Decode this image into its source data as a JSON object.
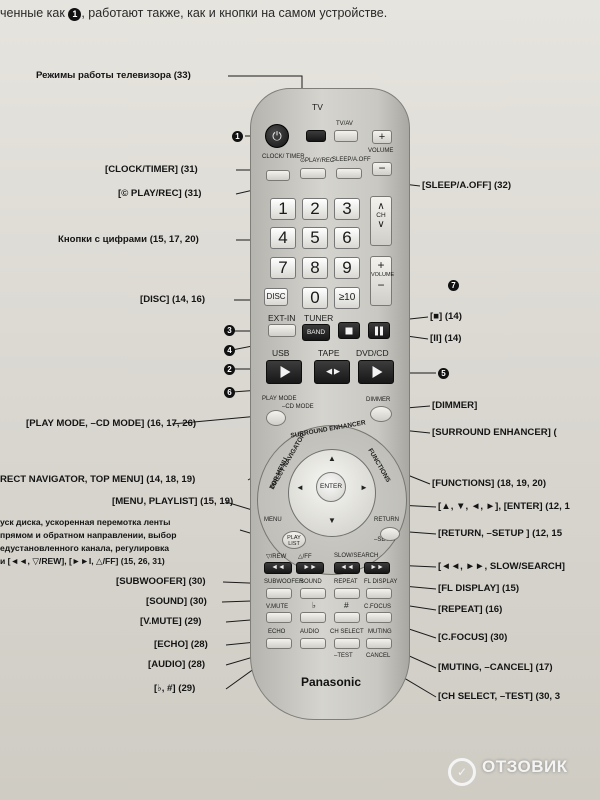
{
  "header": {
    "prefix": "ченные как",
    "marker": "1",
    "suffix": ", работают также, как и кнопки на самом устройстве."
  },
  "callouts_left": {
    "tv_modes": "Режимы работы телевизора (33)",
    "clock_timer": "[CLOCK/TIMER] (31)",
    "play_rec": "[© PLAY/REC] (31)",
    "numbers": "Кнопки с цифрами (15, 17, 20)",
    "disc": "[DISC] (14, 16)",
    "play_mode": "[PLAY MODE, –CD MODE] (16, 17, 26)",
    "direct_navigator": "RECT NAVIGATOR, TOP MENU] (14, 18, 19)",
    "menu_playlist": "[MENU, PLAYLIST] (15, 19)",
    "search_desc_1": "уск диска, ускоренная перемотка ленты",
    "search_desc_2": "прямом и обратном направлении, выбор",
    "search_desc_3": "едустановленного канала, регулировка",
    "search_desc_4": "и [◄◄, ▽/REW], [►►I, △/FF] (15, 26, 31)",
    "subwoofer": "[SUBWOOFER] (30)",
    "sound": "[SOUND] (30)",
    "vmute": "[V.MUTE] (29)",
    "echo": "[ECHO] (28)",
    "audio": "[AUDIO] (28)",
    "flat_sharp": "[♭, #] (29)"
  },
  "callouts_right": {
    "sleep": "[SLEEP/A.OFF] (32)",
    "stop": "[■] (14)",
    "pause": "[II] (14)",
    "dimmer": "[DIMMER]",
    "surround": "[SURROUND ENHANCER] (",
    "functions": "[FUNCTIONS] (18, 19, 20)",
    "arrows_enter": "[▲, ▼, ◄, ►], [ENTER] (12, 1",
    "return_setup": "[RETURN, –SETUP ] (12, 15",
    "slow_search": "[◄◄, ►►, SLOW/SEARCH]",
    "fl_display": "[FL DISPLAY] (15)",
    "repeat": "[REPEAT] (16)",
    "c_focus": "[C.FOCUS] (30)",
    "muting": "[MUTING, –CANCEL] (17)",
    "ch_select": "[CH SELECT, –TEST] (30, 3"
  },
  "markers": {
    "m1": "1",
    "m2": "2",
    "m3": "3",
    "m4": "4",
    "m5": "5",
    "m6": "6",
    "m7": "7"
  },
  "remote": {
    "tv": "TV",
    "tvav": "TV/AV",
    "clock_timer": "CLOCK/ TIMER",
    "play_rec": "⊙PLAY/REC",
    "sleep_aoff": "SLEEP/A.OFF",
    "volume": "VOLUME",
    "ch": "CH",
    "keys": [
      "1",
      "2",
      "3",
      "4",
      "5",
      "6",
      "7",
      "8",
      "9",
      "0",
      "≥10"
    ],
    "disc": "DISC",
    "ext_in": "EXT-IN",
    "tuner": "TUNER",
    "band": "BAND",
    "usb": "USB",
    "tape": "TAPE",
    "dvd_cd": "DVD/CD",
    "play_mode": "PLAY MODE",
    "cd_mode": "–CD MODE",
    "dimmer": "DIMMER",
    "surround": "SURROUND ENHANCER",
    "direct_nav": "DIRECT NAVIGATOR",
    "top_menu": "TOP MENU",
    "functions": "FUNCTIONS",
    "enter": "ENTER",
    "menu": "MENU",
    "return": "RETURN",
    "setup": "–SETUP",
    "play_list": "PLAY LIST",
    "rew": "▽/REW",
    "ff": "△/FF",
    "slow_search": "SLOW/SEARCH",
    "subwoofer": "SUBWOOFER",
    "sound": "SOUND",
    "repeat": "REPEAT",
    "fl_display": "FL DISPLAY",
    "vmute": "V.MUTE",
    "flat": "♭",
    "sharp": "#",
    "c_focus": "C.FOCUS",
    "echo": "ECHO",
    "audio": "AUDIO",
    "ch_select": "CH SELECT",
    "muting": "MUTING",
    "test": "–TEST",
    "cancel": "CANCEL",
    "brand": "Panasonic"
  },
  "watermark": {
    "text": "ОТЗОВИК",
    "icon": "otzovik-logo-icon"
  }
}
